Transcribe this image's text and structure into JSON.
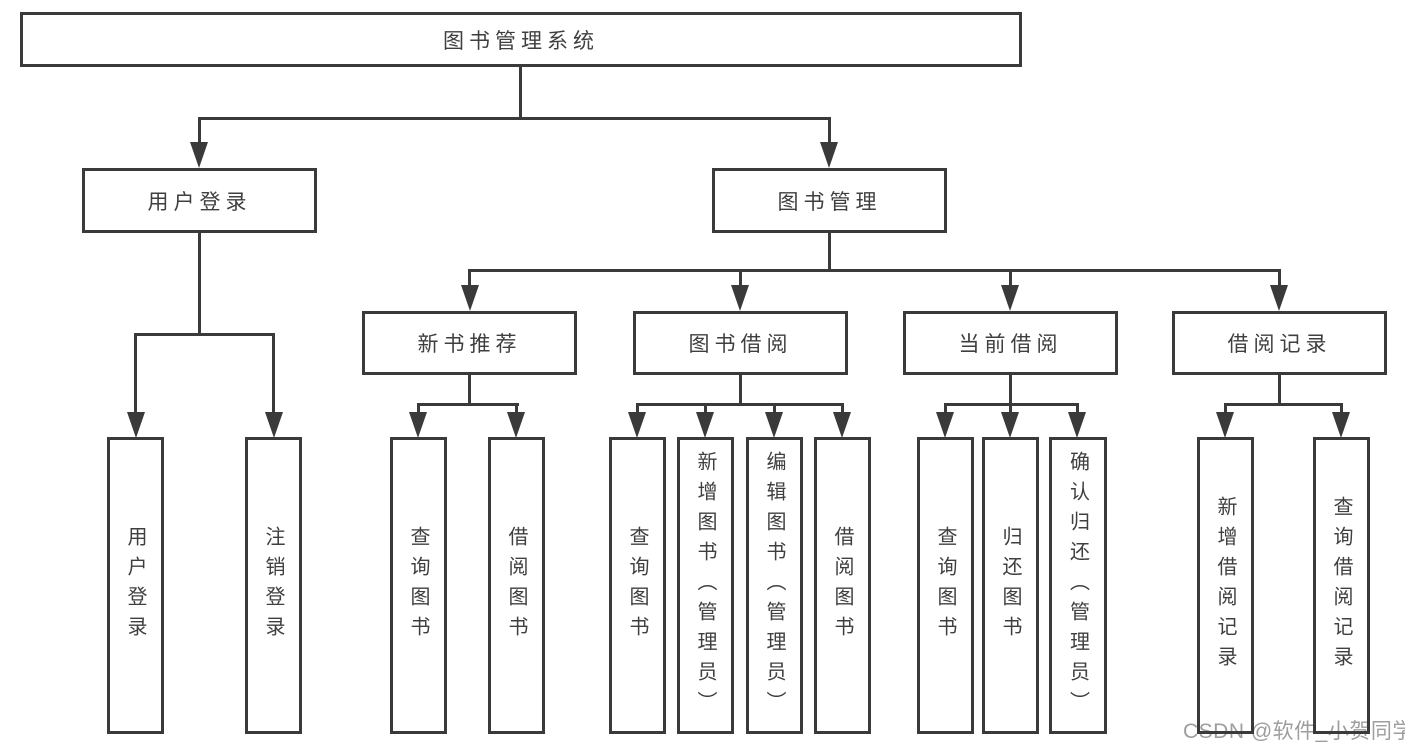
{
  "tree": {
    "root": {
      "label": "图书管理系统",
      "children": [
        {
          "label": "用户登录",
          "children": [
            {
              "label": "用户登录"
            },
            {
              "label": "注销登录"
            }
          ]
        },
        {
          "label": "图书管理",
          "children": [
            {
              "label": "新书推荐",
              "children": [
                {
                  "label": "查询图书"
                },
                {
                  "label": "借阅图书"
                }
              ]
            },
            {
              "label": "图书借阅",
              "children": [
                {
                  "label": "查询图书"
                },
                {
                  "label": "新增图书（管理员）"
                },
                {
                  "label": "编辑图书（管理员）"
                },
                {
                  "label": "借阅图书"
                }
              ]
            },
            {
              "label": "当前借阅",
              "children": [
                {
                  "label": "查询图书"
                },
                {
                  "label": "归还图书"
                },
                {
                  "label": "确认归还（管理员）"
                }
              ]
            },
            {
              "label": "借阅记录",
              "children": [
                {
                  "label": "新增借阅记录"
                },
                {
                  "label": "查询借阅记录"
                }
              ]
            }
          ]
        }
      ]
    }
  },
  "watermark": {
    "text": "CSDN @软件_小贺同学"
  },
  "colors": {
    "line": "#3a3a3a",
    "text": "#3f3f3f",
    "watermark": "#9e9e9e",
    "background": "#ffffff"
  }
}
